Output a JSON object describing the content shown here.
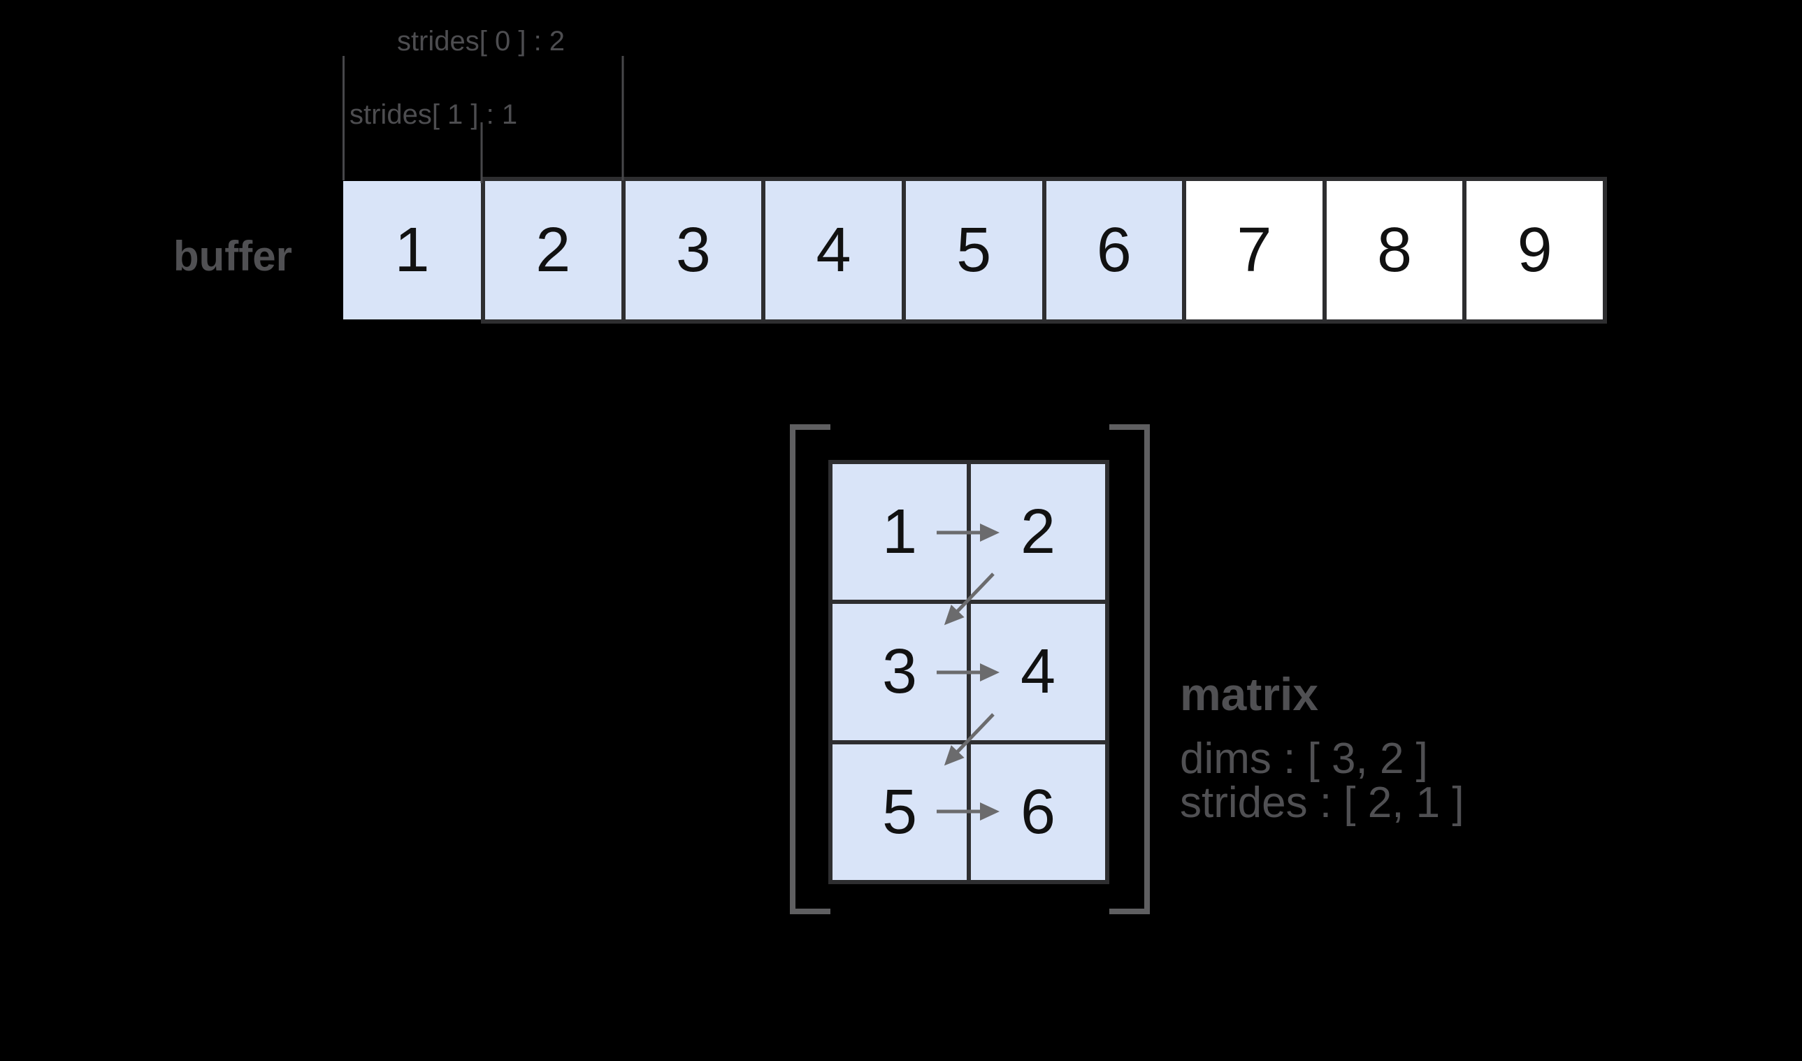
{
  "buffer": {
    "label": "buffer",
    "annotations": {
      "stride0": "strides[ 0 ] : 2",
      "stride1": "strides[ 1 ] : 1"
    },
    "cells": [
      {
        "value": "1",
        "filled": true
      },
      {
        "value": "2",
        "filled": true
      },
      {
        "value": "3",
        "filled": true
      },
      {
        "value": "4",
        "filled": true
      },
      {
        "value": "5",
        "filled": true
      },
      {
        "value": "6",
        "filled": true
      },
      {
        "value": "7",
        "filled": false
      },
      {
        "value": "8",
        "filled": false
      },
      {
        "value": "9",
        "filled": false
      }
    ]
  },
  "matrix": {
    "label": "matrix",
    "dims": "dims : [ 3, 2 ]",
    "strides": "strides : [ 2, 1 ]",
    "cells": [
      "1",
      "2",
      "3",
      "4",
      "5",
      "6"
    ],
    "rows": 3,
    "cols": 2
  },
  "colors": {
    "background": "#000000",
    "cell_fill": "#d9e4f8",
    "cell_fill_plain": "#ffffff",
    "cell_border": "#2e2e30",
    "label_gray": "#505053",
    "annotation_gray": "#4d4d50",
    "bracket_gray": "#5f5f61",
    "arrow_gray": "#6b6b6d",
    "line_gray": "#47474a",
    "digit": "#111111"
  }
}
